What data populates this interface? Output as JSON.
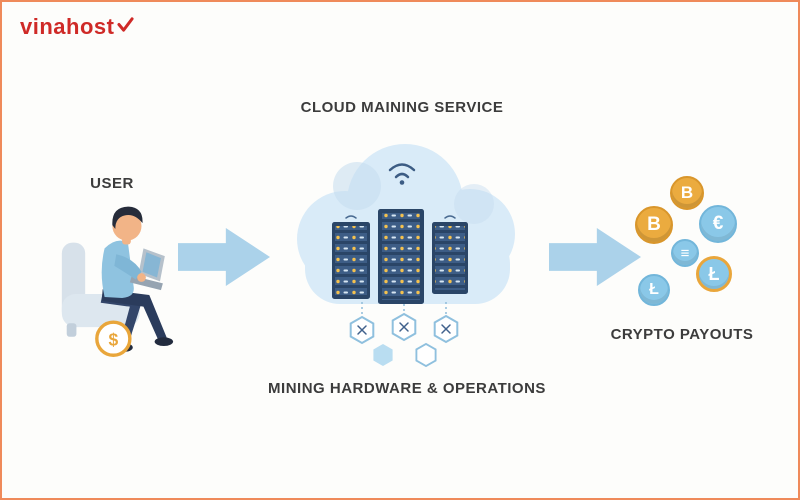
{
  "brand": {
    "name": "vinahost"
  },
  "diagram": {
    "title": "CLOUD MAINING SERVICE",
    "user_label": "USER",
    "hardware_label": "MINING HARDWARE & OPERATIONS",
    "payouts_label": "CRYPTO PAYOUTS"
  },
  "user": {
    "coin_symbol": "$"
  },
  "coins": [
    {
      "name": "bitcoin",
      "symbol": "B"
    },
    {
      "name": "bitcoin",
      "symbol": "B"
    },
    {
      "name": "euro",
      "symbol": "€"
    },
    {
      "name": "stack",
      "symbol": "≡"
    },
    {
      "name": "litecoin",
      "symbol": "Ł"
    },
    {
      "name": "litecoin",
      "symbol": "Ł"
    }
  ],
  "colors": {
    "border_orange": "#ef8a5a",
    "logo_red": "#cf2a27",
    "arrow_blue": "#abd2ea",
    "cloud_blue": "#d9ebf8",
    "server_navy": "#2a4567",
    "coin_gold": "#ebab3f",
    "coin_blue": "#8ac8e8",
    "label_gray": "#3c3c3c"
  }
}
